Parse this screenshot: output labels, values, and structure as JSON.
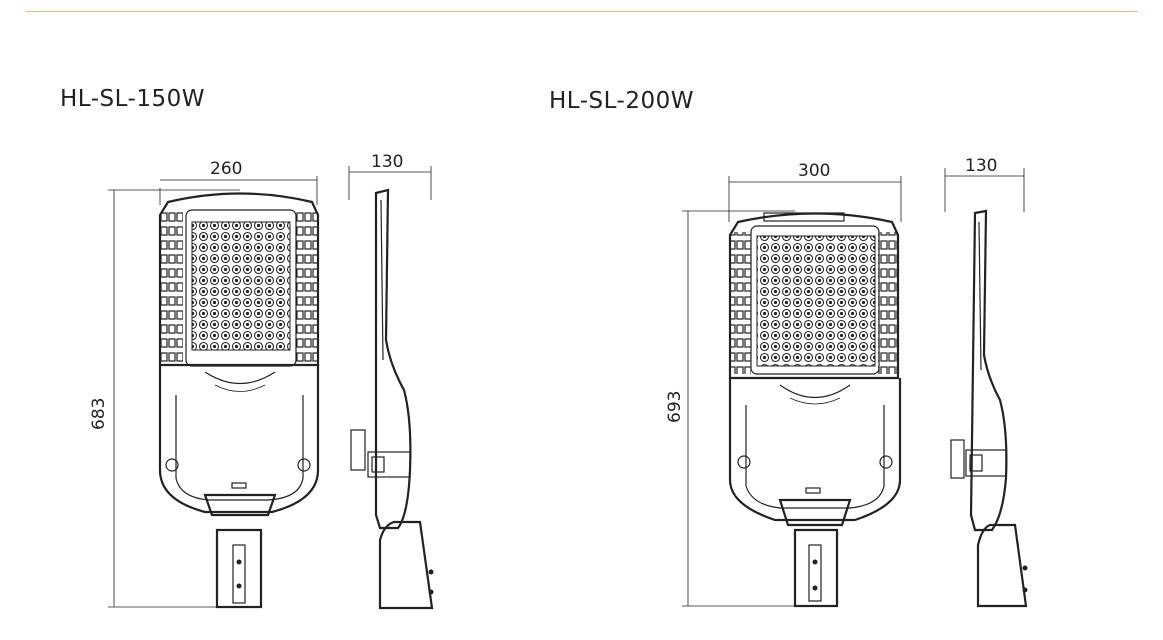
{
  "colors": {
    "rule": "#f5b770",
    "ink": "#222222"
  },
  "models": [
    {
      "name": "HL-SL-150W",
      "front_width": "260",
      "side_width": "130",
      "height": "683"
    },
    {
      "name": "HL-SL-200W",
      "front_width": "300",
      "side_width": "130",
      "height": "693"
    }
  ]
}
